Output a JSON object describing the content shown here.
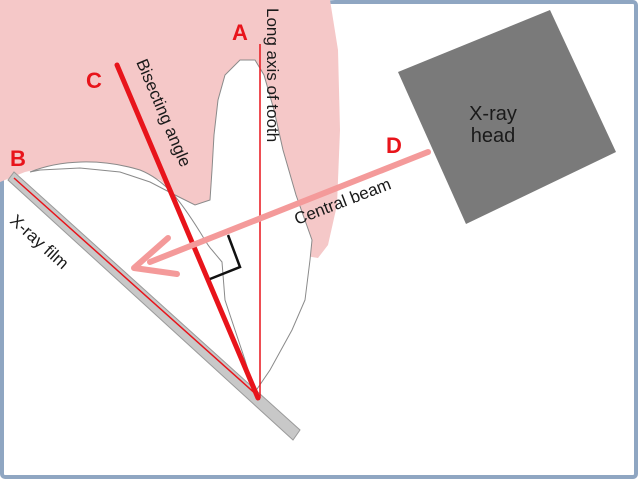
{
  "diagram": {
    "points": {
      "a": "A",
      "b": "B",
      "c": "C",
      "d": "D"
    },
    "labels": {
      "long_axis": "Long axis of tooth",
      "bisecting": "Bisecting angle",
      "central_beam": "Central beam",
      "xray_film": "X-ray film",
      "xray_head_line1": "X-ray",
      "xray_head_line2": "head"
    },
    "colors": {
      "gum": "#f5c8c8",
      "red_line": "#e8141b",
      "beam": "#f49a9a",
      "film": "#c8c8c8",
      "head": "#7a7a7a",
      "frame": "#8fa6c2"
    },
    "icons": {
      "right_angle": "right-angle-marker",
      "beam_arrow": "arrowhead"
    }
  }
}
